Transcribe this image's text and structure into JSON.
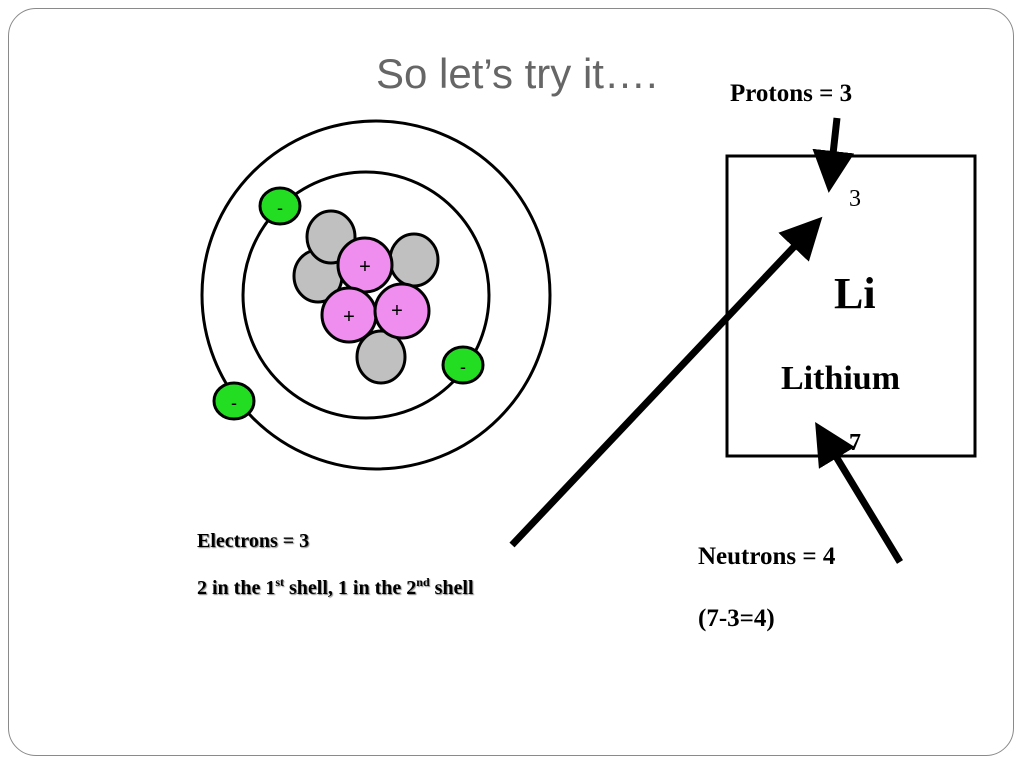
{
  "title": "So let’s try it….",
  "labels": {
    "protons": "Protons = 3",
    "electrons": "Electrons = 3",
    "shells_prefix": "2 in the 1",
    "shells_sup1": "st",
    "shells_mid": " shell, 1 in the 2",
    "shells_sup2": "nd",
    "shells_suffix": " shell",
    "neutrons": "Neutrons = 4",
    "calc": "(7-3=4)"
  },
  "element": {
    "atomic_number": "3",
    "symbol": "Li",
    "name": "Lithium",
    "mass_number": "7"
  },
  "particles": {
    "proton_sign": "+",
    "electron_sign": "-"
  },
  "colors": {
    "proton": "#f08ef0",
    "neutron": "#c0c0c0",
    "electron": "#22dd22",
    "title": "#666666"
  }
}
